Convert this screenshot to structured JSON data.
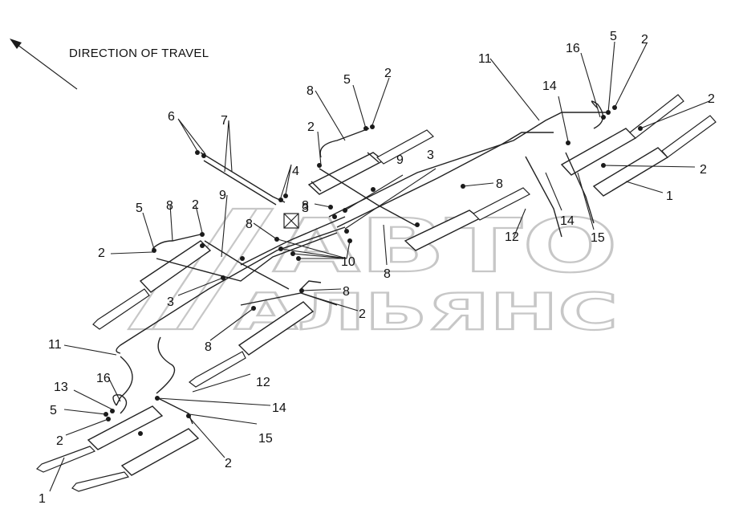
{
  "title": "DIRECTION OF TRAVEL",
  "watermark": {
    "line1": "АВТО",
    "line2": "АЛЬЯНС",
    "color": "#c7c7c7"
  },
  "callouts": {
    "c1": "1",
    "c2": "1",
    "c3": "2",
    "c4": "2",
    "c5": "2",
    "c6": "2",
    "c7": "2",
    "c8": "2",
    "c9": "2",
    "c10": "2",
    "c11": "2",
    "c12": "2",
    "c13": "3",
    "c14": "3",
    "c15": "3",
    "c16": "4",
    "c17": "5",
    "c18": "5",
    "c19": "5",
    "c20": "5",
    "c21": "6",
    "c22": "7",
    "c23": "8",
    "c24": "8",
    "c25": "8",
    "c26": "8",
    "c27": "8",
    "c28": "8",
    "c29": "8",
    "c30": "8",
    "c31": "9",
    "c32": "9",
    "c33": "10",
    "c34": "11",
    "c35": "11",
    "c36": "12",
    "c37": "12",
    "c38": "13",
    "c39": "14",
    "c40": "14",
    "c41": "14",
    "c42": "15",
    "c43": "15",
    "c44": "16",
    "c45": "16"
  }
}
